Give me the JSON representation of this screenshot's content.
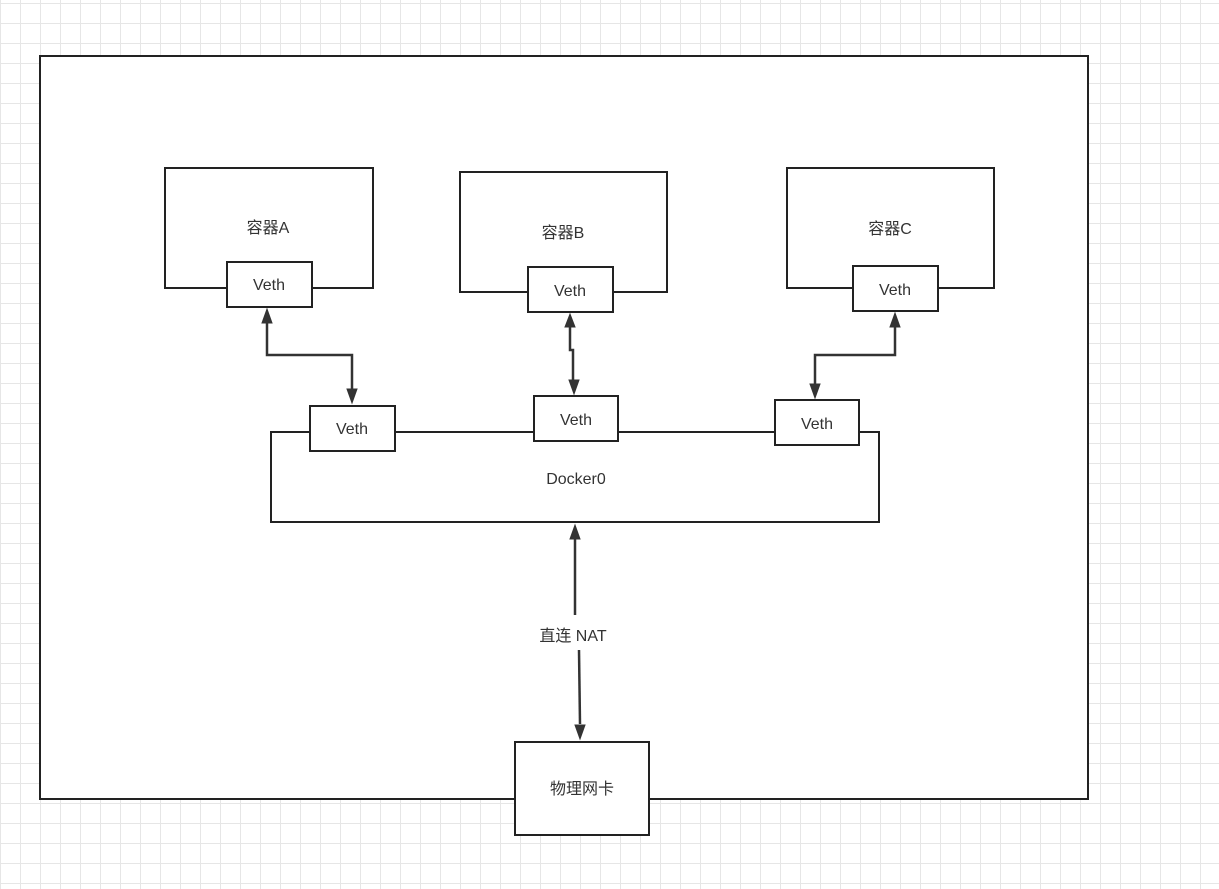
{
  "diagram": {
    "containers": [
      {
        "label": "容器A",
        "veth": "Veth"
      },
      {
        "label": "容器B",
        "veth": "Veth"
      },
      {
        "label": "容器C",
        "veth": "Veth"
      }
    ],
    "bridge": {
      "label": "Docker0",
      "veths": [
        "Veth",
        "Veth",
        "Veth"
      ]
    },
    "link_label": "直连 NAT",
    "nic_label": "物理网卡"
  }
}
